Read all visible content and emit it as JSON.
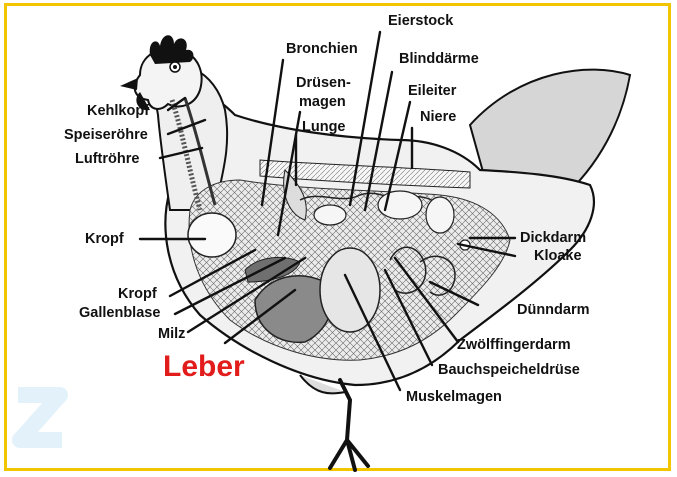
{
  "colors": {
    "frame": "#f2c500",
    "ink": "#111111",
    "body_fill": "#f3f3f3",
    "hatch": "#6a6a6a",
    "organ_dark": "#8a8a8a",
    "accent_label": "#e21b1b",
    "watermark": "#e3f2fa"
  },
  "labels": {
    "eierstock": "Eierstock",
    "bronchien": "Bronchien",
    "blinddaerme": "Blinddärme",
    "druesen": "Drüsen-",
    "magen": "magen",
    "eileiter": "Eileiter",
    "niere": "Niere",
    "lunge": "Lunge",
    "kehlkopf": "Kehlkopf",
    "speiseroehre": "Speiseröhre",
    "luftroehre": "Luftröhre",
    "kropf_left": "Kropf",
    "dickdarm": "Dickdarm",
    "kloake": "Kloake",
    "kropf_lower": "Kropf",
    "gallenblase": "Gallenblase",
    "duenndarm": "Dünndarm",
    "milz": "Milz",
    "leber": "Leber",
    "zwoelffingerdarm": "Zwölffingerdarm",
    "bauchspeicheldruese": "Bauchspeicheldrüse",
    "muskelmagen": "Muskelmagen"
  }
}
